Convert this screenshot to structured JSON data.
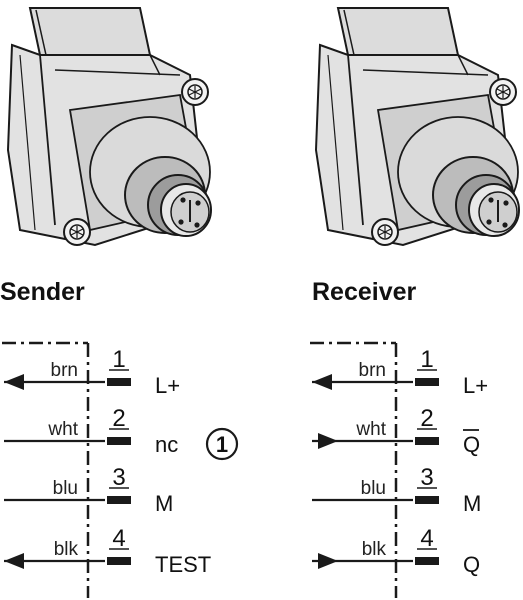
{
  "sender": {
    "title": "Sender",
    "note": "1",
    "pins": [
      {
        "wire": "brn",
        "pin": "1",
        "signal": "L+",
        "arrow": "out"
      },
      {
        "wire": "wht",
        "pin": "2",
        "signal": "nc",
        "arrow": "none"
      },
      {
        "wire": "blu",
        "pin": "3",
        "signal": "M",
        "arrow": "none"
      },
      {
        "wire": "blk",
        "pin": "4",
        "signal": "TEST",
        "arrow": "out"
      }
    ]
  },
  "receiver": {
    "title": "Receiver",
    "pins": [
      {
        "wire": "brn",
        "pin": "1",
        "signal": "L+",
        "arrow": "out"
      },
      {
        "wire": "wht",
        "pin": "2",
        "signal": "Q",
        "overline": true,
        "arrow": "in"
      },
      {
        "wire": "blu",
        "pin": "3",
        "signal": "M",
        "arrow": "none"
      },
      {
        "wire": "blk",
        "pin": "4",
        "signal": "Q",
        "arrow": "in"
      }
    ]
  },
  "colors": {
    "line": "#1a1a1a",
    "housing_light": "#e6e6e6",
    "housing_mid": "#c8c8c8",
    "housing_dark": "#9a9a9a"
  }
}
